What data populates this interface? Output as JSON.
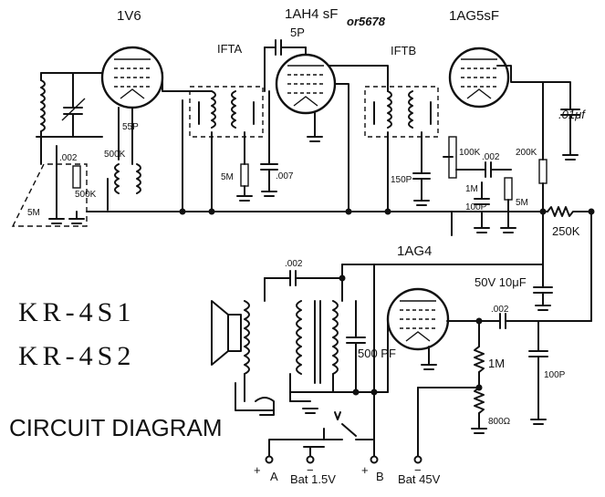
{
  "tubes": {
    "v1": "1V6",
    "v2": "1AH4 sF",
    "v2_alt": "or5678",
    "v3": "1AG5sF",
    "v4": "1AG4"
  },
  "transformers": {
    "ift_a": "IFTA",
    "ift_b": "IFTB"
  },
  "components": {
    "c_5p": "5P",
    "c_55p": "55P",
    "r_500k": "500K",
    "c_002_a": ".002",
    "r_500k_b": "500K",
    "r_5m_a": "5M",
    "r_5m_b": "5M",
    "c_007": ".007",
    "r_100k": "100K",
    "c_002_b": ".002",
    "c_150p": "150P",
    "r_1m_a": "1M",
    "c_100p_a": "100P",
    "r_5m_c": "5M",
    "c_01": ".01μf",
    "r_200k": "200K",
    "r_250k": "250K",
    "c_002_c": ".002",
    "c_50v": "50V 10μF",
    "c_500pf": "500 PF",
    "c_002_d": ".002",
    "r_1m_b": "1M",
    "c_100p_b": "100P",
    "r_800": "800Ω"
  },
  "models": {
    "line1": "KR-4S1",
    "line2": "KR-4S2"
  },
  "title": "CIRCUIT DIAGRAM",
  "terminals": {
    "plus_a": "+",
    "a": "A",
    "minus_a": "−",
    "bat_15": "Bat 1.5V",
    "plus_b": "+",
    "b": "B",
    "minus_b": "−",
    "bat_45": "Bat 45V"
  }
}
